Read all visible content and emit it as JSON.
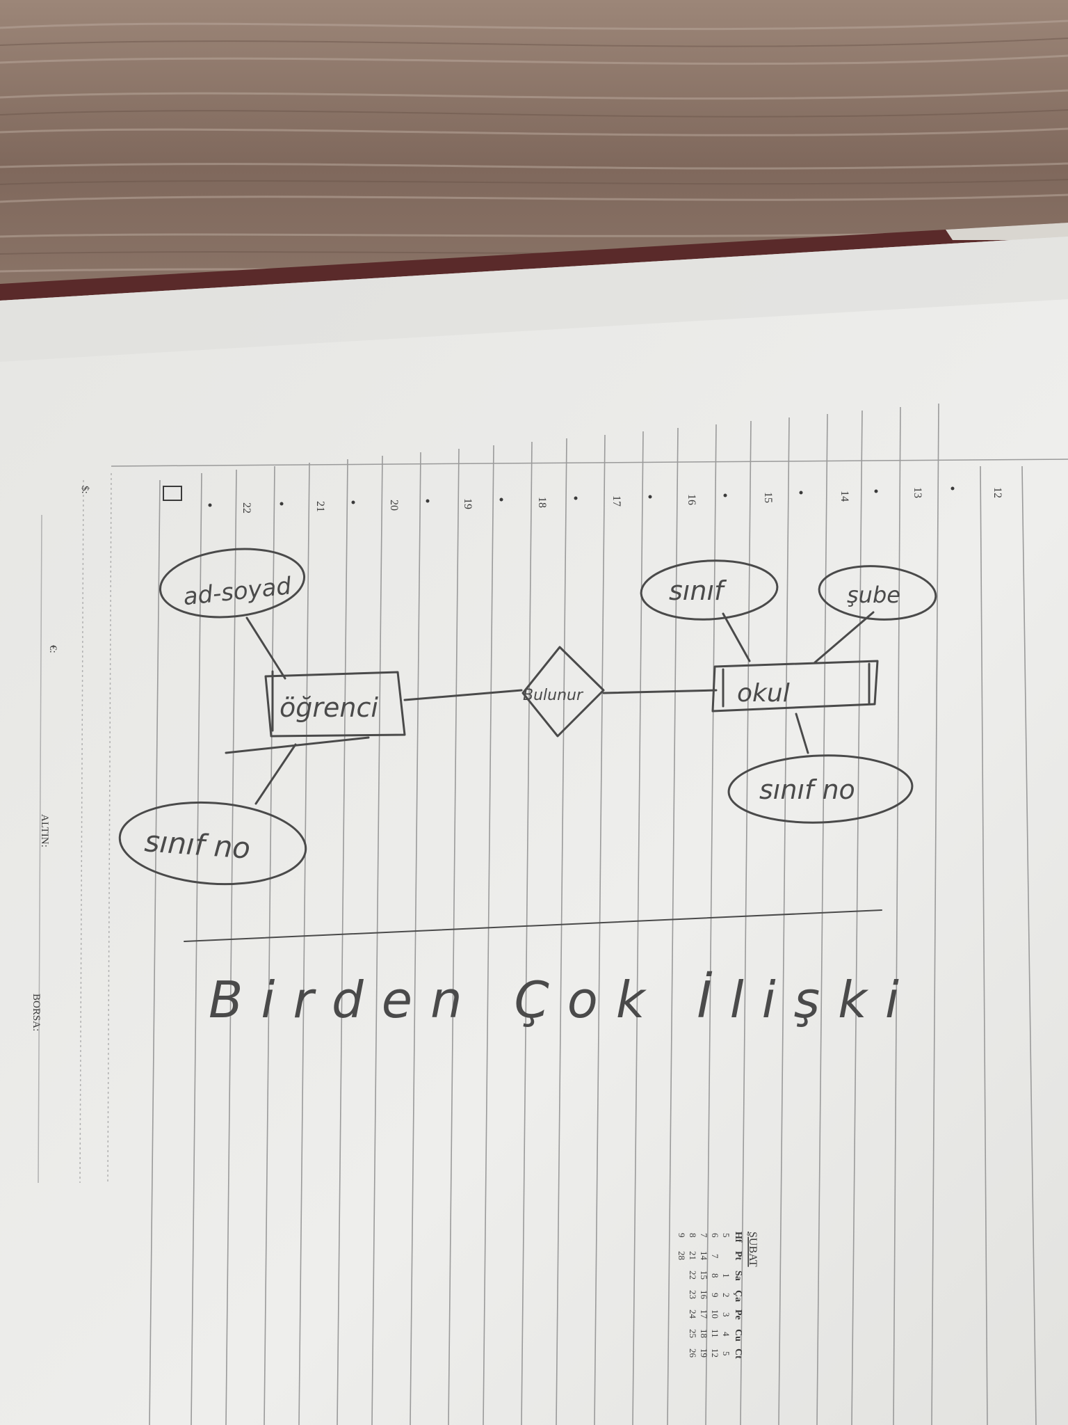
{
  "hour_markers": [
    "12",
    "13",
    "14",
    "15",
    "16",
    "17",
    "18",
    "19",
    "20",
    "21",
    "22"
  ],
  "footer_labels": {
    "dollar": "$:",
    "euro": "€:",
    "gold": "ALTIN:",
    "exchange": "BORSA:"
  },
  "calendar": {
    "month": "ŞUBAT",
    "headers": [
      "Hf",
      "Pt",
      "Sa",
      "Ça",
      "Pe",
      "Cu",
      "Ct"
    ],
    "rows": [
      [
        "5",
        "",
        "1",
        "2",
        "3",
        "4",
        "5"
      ],
      [
        "6",
        "7",
        "8",
        "9",
        "10",
        "11",
        "12"
      ],
      [
        "7",
        "14",
        "15",
        "16",
        "17",
        "18",
        "19"
      ],
      [
        "8",
        "21",
        "22",
        "23",
        "24",
        "25",
        "26"
      ],
      [
        "9",
        "28",
        "",
        "",
        "",
        "",
        ""
      ]
    ]
  },
  "diagram": {
    "entity_left": "öğrenci",
    "entity_right": "okul",
    "relationship": "Bulunur",
    "attr_name": "ad-soyad",
    "attr_student_class": "sınıf no",
    "attr_class": "sınıf",
    "attr_branch": "şube",
    "attr_school_class": "sınıf no",
    "caption": "Birden Çok İlişki"
  },
  "colors": {
    "wood": "#8a7468",
    "paper": "#ececea",
    "rule": "#9a9a9a",
    "pencil": "#4a4a4a",
    "cover": "#5a2a2a"
  }
}
